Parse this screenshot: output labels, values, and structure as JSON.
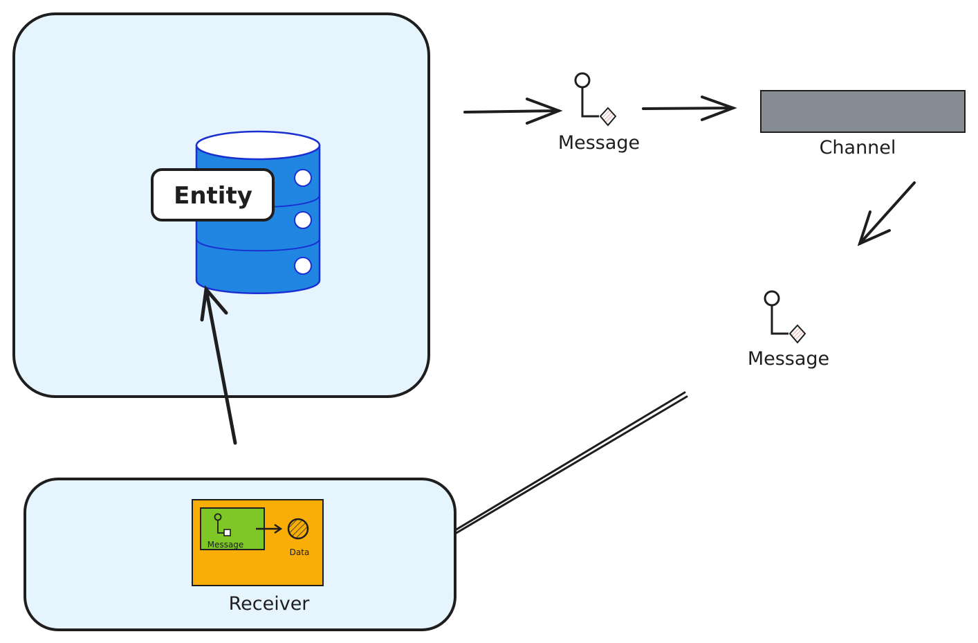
{
  "labels": {
    "entity": "Entity",
    "message_top": "Message",
    "channel": "Channel",
    "message_right": "Message",
    "receiver": "Receiver",
    "receiver_inner_message": "Message",
    "receiver_inner_data": "Data"
  },
  "colors": {
    "container_fill": "#e5f4fd",
    "stroke": "#1e1e1e",
    "database_fill": "#2185e2",
    "database_stroke": "#1a2fd1",
    "channel_fill": "#868c93",
    "receiver_fill": "#f9ae07",
    "message_box_fill": "#7ec726",
    "diamond_stroke": "#e03131"
  },
  "icons": {
    "database": "database-cylinder-icon",
    "message": "message-endpoint-icon",
    "data": "data-sphere-icon"
  }
}
